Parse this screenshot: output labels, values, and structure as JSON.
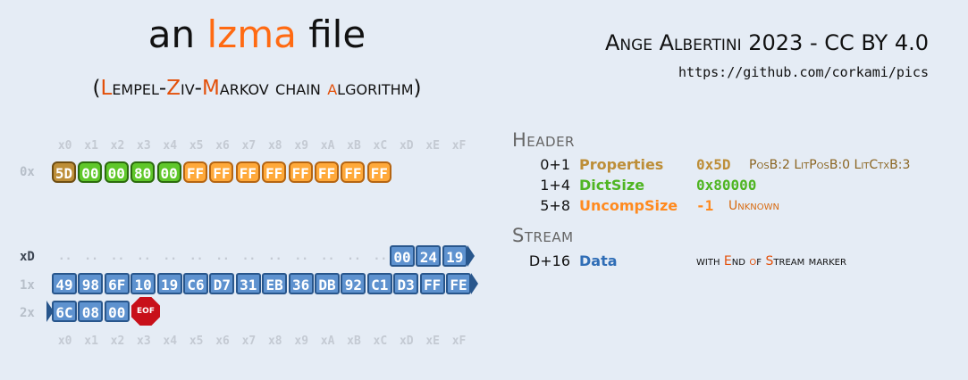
{
  "title": {
    "prefix": "an ",
    "accent": "lzma",
    "suffix": " file"
  },
  "subtitle": {
    "open": "(",
    "L": "L",
    "t1": "empel-",
    "Z": "Z",
    "t2": "iv-",
    "M": "M",
    "t3": "arkov chain ",
    "A": "a",
    "t4": "lgorithm)"
  },
  "author": "Ange Albertini 2023 - CC BY 4.0",
  "url": "https://github.com/corkami/pics",
  "offsets": [
    "x0",
    "x1",
    "x2",
    "x3",
    "x4",
    "x5",
    "x6",
    "x7",
    "x8",
    "x9",
    "xA",
    "xB",
    "xC",
    "xD",
    "xE",
    "xF"
  ],
  "rows": {
    "r0": {
      "label": "0x",
      "bytes": [
        "5D",
        "00",
        "00",
        "80",
        "00",
        "FF",
        "FF",
        "FF",
        "FF",
        "FF",
        "FF",
        "FF",
        "FF"
      ]
    },
    "rD": {
      "label": "xD",
      "bytes": [
        "00",
        "24",
        "19"
      ]
    },
    "r1": {
      "label": "1x",
      "bytes": [
        "49",
        "98",
        "6F",
        "10",
        "19",
        "C6",
        "D7",
        "31",
        "EB",
        "36",
        "DB",
        "92",
        "C1",
        "D3",
        "FF",
        "FE"
      ]
    },
    "r2": {
      "label": "2x",
      "bytes": [
        "6C",
        "08",
        "00"
      ]
    }
  },
  "eof_label": "EOF",
  "header": {
    "title": "Header",
    "fields": [
      {
        "range": "0+1",
        "name": "Properties",
        "value": "0x5D",
        "desc": "PosB:2 LitPosB:0 LitCtxB:3",
        "color": "#bd8e38"
      },
      {
        "range": "1+4",
        "name": "DictSize",
        "value": "0x80000",
        "desc": "",
        "color": "#5fc72a"
      },
      {
        "range": "5+8",
        "name": "UncompSize",
        "value": "-1",
        "desc": "Unknown",
        "color": "#ff8a1f"
      }
    ]
  },
  "stream": {
    "title": "Stream",
    "range": "D+16",
    "name": "Data",
    "color": "#2f6db6",
    "desc": {
      "a": "with ",
      "E": "E",
      "b": "nd ",
      "o": "o",
      "c": "f ",
      "S": "S",
      "d": "tream marker"
    }
  },
  "colors": {
    "accent": "#ff6a12",
    "properties": "#bd8e38",
    "dictsize": "#5fc72a",
    "uncomp": "#ffa93a",
    "data": "#5e92cf",
    "eof": "#c8101a"
  }
}
